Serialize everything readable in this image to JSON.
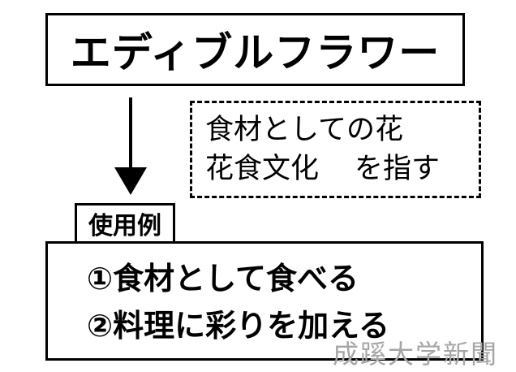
{
  "title": "エディブルフラワー",
  "note": {
    "line1": "食材としての花",
    "line2": "花食文化",
    "suffix": "を指す"
  },
  "tag": "使用例",
  "examples": [
    "①食材として食べる",
    "②料理に彩りを加える"
  ],
  "watermark": "成蹊大学新聞",
  "colors": {
    "line": "#000000",
    "watermark": "#a6a6a6"
  }
}
